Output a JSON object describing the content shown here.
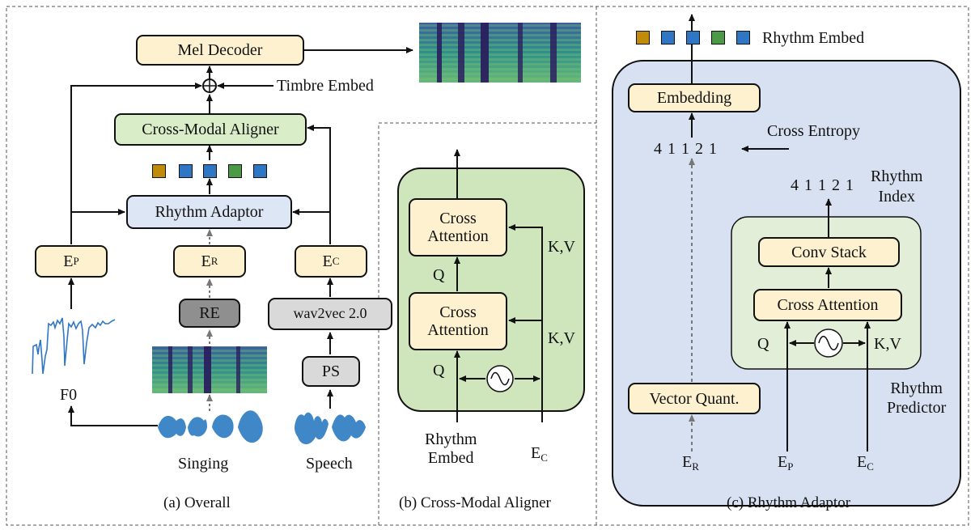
{
  "panel_a": {
    "mel_decoder": "Mel Decoder",
    "timbre_embed": "Timbre Embed",
    "cross_modal_aligner": "Cross-Modal Aligner",
    "rhythm_adaptor": "Rhythm Adaptor",
    "ep_main": "E",
    "ep_sub": "P",
    "er_main": "E",
    "er_sub": "R",
    "ec_main": "E",
    "ec_sub": "C",
    "re": "RE",
    "wav2vec": "wav2vec 2.0",
    "ps": "PS",
    "f0": "F0",
    "singing": "Singing",
    "speech": "Speech",
    "caption": "(a) Overall"
  },
  "panel_b": {
    "cross_attention_top": "Cross\nAttention",
    "cross_attention_bottom": "Cross\nAttention",
    "kv_top": "K,V",
    "kv_bottom": "K,V",
    "q_top": "Q",
    "q_bottom": "Q",
    "rhythm_embed": "Rhythm\nEmbed",
    "ec_main": "E",
    "ec_sub": "C",
    "caption": "(b) Cross-Modal Aligner"
  },
  "panel_c": {
    "rhythm_embed": "Rhythm Embed",
    "embedding": "Embedding",
    "cross_entropy": "Cross Entropy",
    "seq_predicted": "4 1 1 2 1",
    "seq_index": "4 1 1 2 1",
    "rhythm_index": "Rhythm\nIndex",
    "conv_stack": "Conv Stack",
    "cross_attention": "Cross Attention",
    "q": "Q",
    "kv": "K,V",
    "rhythm_predictor": "Rhythm\nPredictor",
    "vector_quant": "Vector Quant.",
    "er_main": "E",
    "er_sub": "R",
    "ep_main": "E",
    "ep_sub": "P",
    "ec_main": "E",
    "ec_sub": "C",
    "caption": "(c) Rhythm Adaptor"
  },
  "colors": {
    "token_colors": [
      "#c08b0a",
      "#2f77c5",
      "#2f77c5",
      "#4c9a45",
      "#2f77c5"
    ],
    "cream": "#fdf1cf",
    "green": "#d9edc9",
    "blue_panel": "#d8e1f2",
    "spectrogram": "#3a8a8f"
  }
}
